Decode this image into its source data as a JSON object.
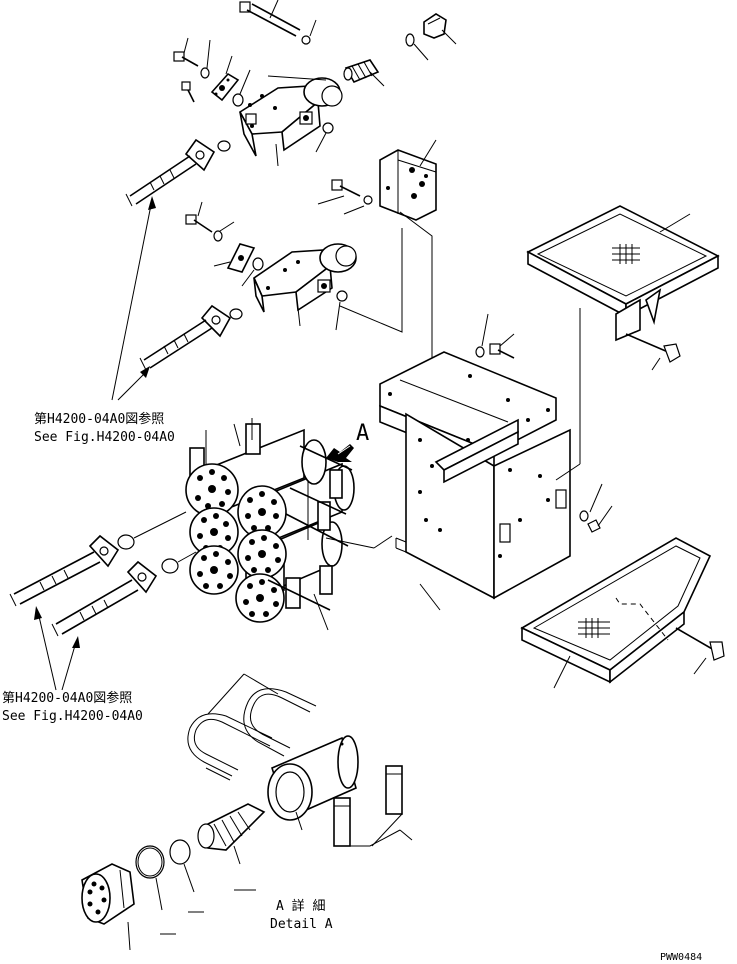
{
  "references": {
    "upper": {
      "jp": "第H4200-04A0図参照",
      "en": "See Fig.H4200-04A0"
    },
    "lower": {
      "jp": "第H4200-04A0図参照",
      "en": "See Fig.H4200-04A0"
    }
  },
  "view_marker": "A",
  "detail": {
    "jp": "A 詳 細",
    "en": "Detail A"
  },
  "drawing_code": "PWW0484"
}
